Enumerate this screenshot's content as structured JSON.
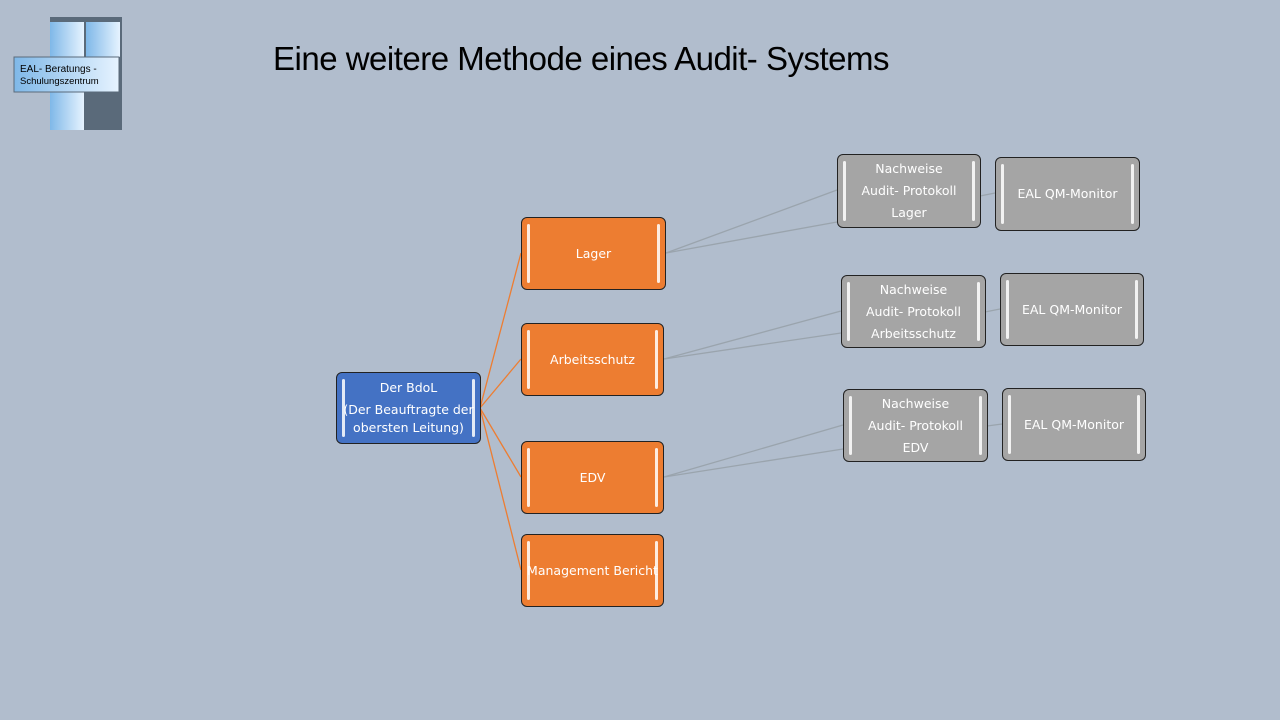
{
  "title": "Eine weitere Methode eines Audit- Systems",
  "logo": {
    "line1": "EAL- Beratungs -",
    "line2": "Schulungszentrum"
  },
  "root": {
    "line1": "Der BdoL",
    "line2": "(Der Beauftragte der",
    "line3": "obersten Leitung)"
  },
  "branches": [
    {
      "label": "Lager",
      "evidence": [
        "Nachweise",
        "Audit- Protokoll",
        "Lager"
      ],
      "monitor": "EAL QM-Monitor"
    },
    {
      "label": "Arbeitsschutz",
      "evidence": [
        "Nachweise",
        "Audit- Protokoll",
        "Arbeitsschutz"
      ],
      "monitor": "EAL QM-Monitor"
    },
    {
      "label": "EDV",
      "evidence": [
        "Nachweise",
        "Audit- Protokoll",
        "EDV"
      ],
      "monitor": "EAL QM-Monitor"
    },
    {
      "label": "Management Bericht"
    }
  ],
  "colors": {
    "orange": "#ed7d31",
    "blue": "#4472c4",
    "gray": "#a5a5a5",
    "background": "#b1bdcd"
  }
}
